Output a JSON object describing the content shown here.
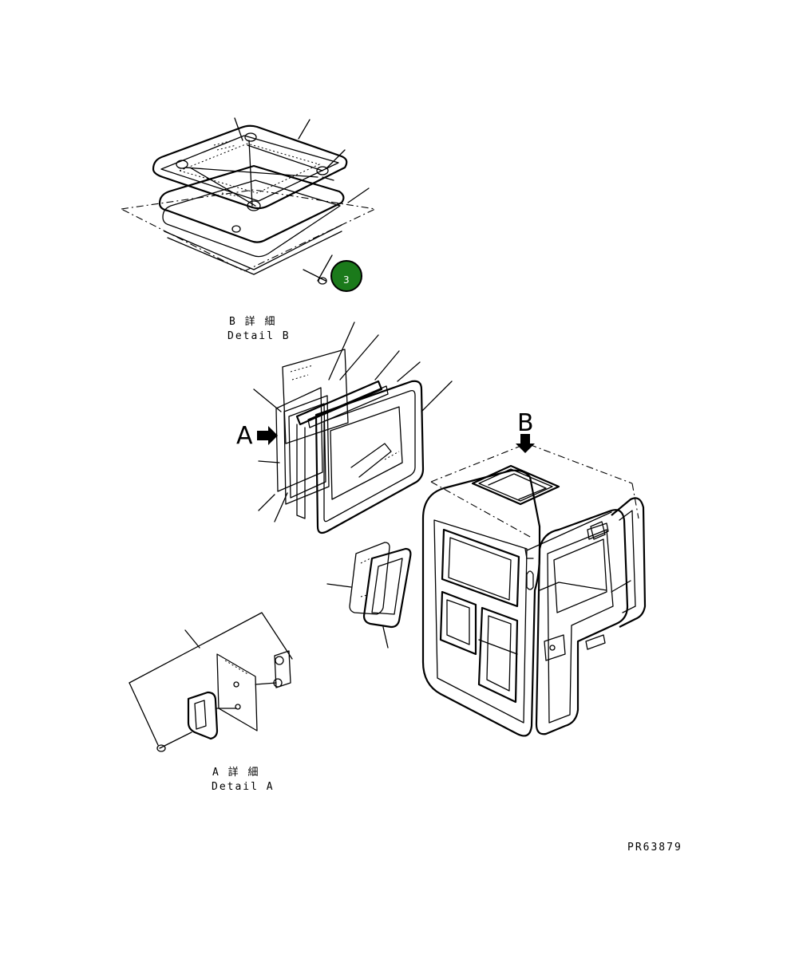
{
  "detail_b": {
    "jp": "B 詳 細",
    "en": "Detail B"
  },
  "detail_a": {
    "jp": "A 詳 細",
    "en": "Detail A"
  },
  "view_marker_a": "A",
  "view_marker_b": "B",
  "callout_badge": {
    "number": "3",
    "color": "#1b7a1b"
  },
  "drawing_id": "PR63879"
}
